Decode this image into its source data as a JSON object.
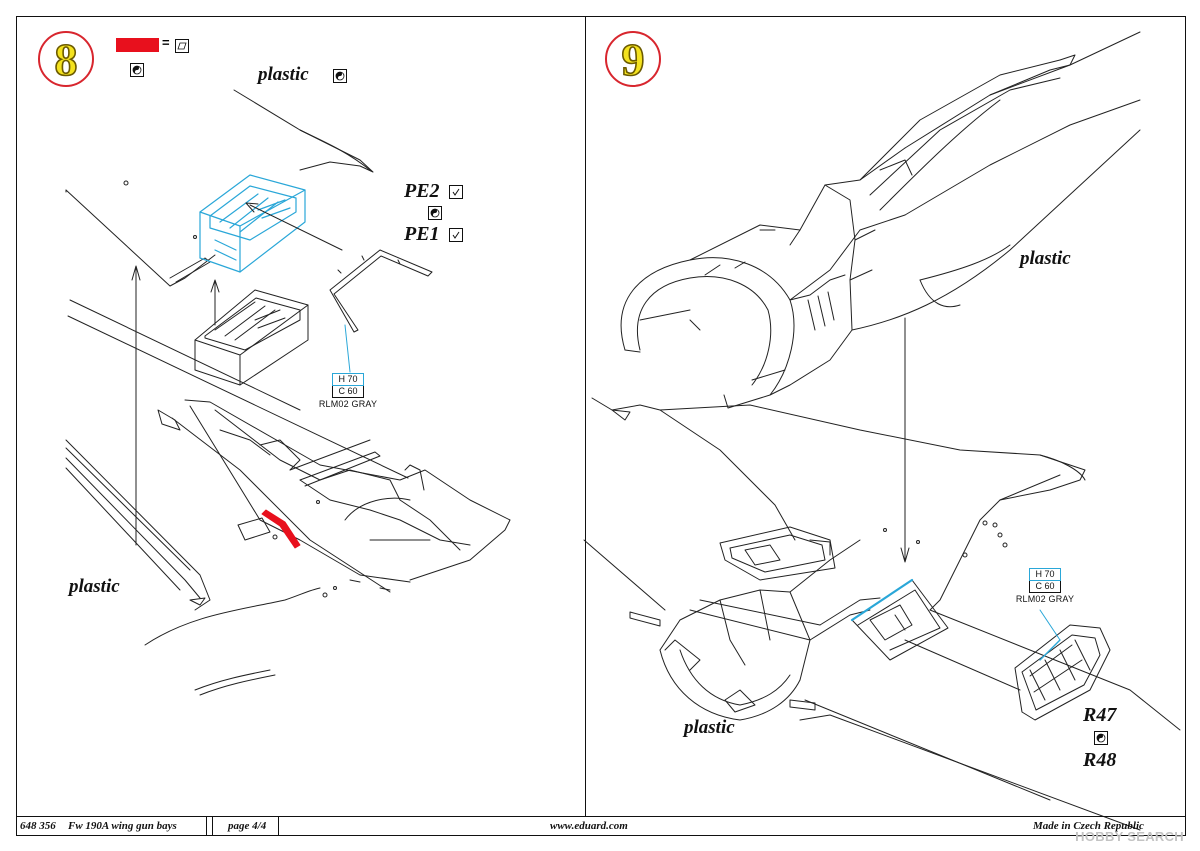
{
  "steps": {
    "left": "8",
    "right": "9"
  },
  "legend": {
    "equals": "=",
    "swatch_color": "#e8101d"
  },
  "labels": {
    "plastic_top_left": "plastic",
    "plastic_bottom_left": "plastic",
    "plastic_right_top": "plastic",
    "plastic_right_bottom": "plastic"
  },
  "parts": {
    "pe2": "PE2",
    "pe1": "PE1",
    "r47": "R47",
    "r48": "R48"
  },
  "paint_left": {
    "h": "H 70",
    "c": "C 60",
    "name": "RLM02 GRAY"
  },
  "paint_right": {
    "h": "H 70",
    "c": "C 60",
    "name": "RLM02 GRAY"
  },
  "icons": {
    "bend": "bend-icon",
    "fold": "fold-icon",
    "flip": "flip-both-sides-icon"
  },
  "colors": {
    "highlight": "#2aa7d8",
    "step_ring": "#d8262e",
    "step_num": "#f4e21e"
  },
  "footer": {
    "code": "648 356",
    "title": "Fw 190A wing gun bays",
    "page": "page 4/4",
    "url": "www.eduard.com",
    "made": "Made in Czech Republic"
  },
  "watermark": "HOBBY SEARCH"
}
